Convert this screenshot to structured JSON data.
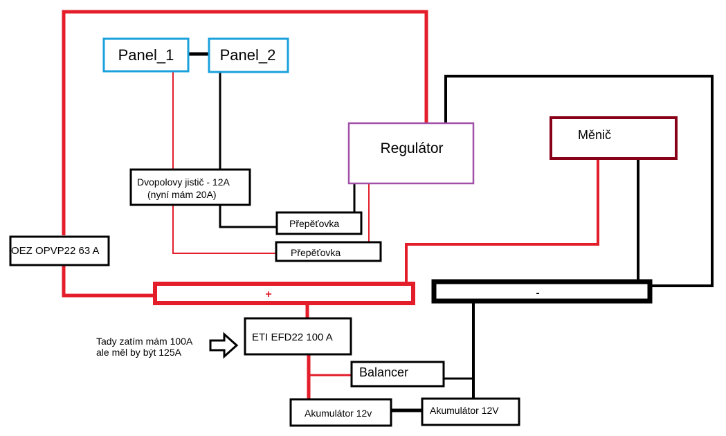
{
  "colors": {
    "red_wire": "#e31e2a",
    "black_wire": "#000000",
    "panel_border": "#1aa1dc",
    "regulator_border": "#a150a8",
    "inverter_border": "#870017"
  },
  "components": {
    "panel_1": "Panel_1",
    "panel_2": "Panel_2",
    "regulator": "Regulátor",
    "inverter": "Měnič",
    "breaker_line1": "Dvopolovy jistič - 12A",
    "breaker_line2": "(nyní mám 20A)",
    "surge_1": "Přepěťovka",
    "surge_2": "Přepěťovka",
    "oez_fuse": "OEZ OPVP22 63 A",
    "positive_bus": "+",
    "negative_bus": "-",
    "eti_fuse": "ETI EFD22 100 A",
    "balancer": "Balancer",
    "battery_1": "Akumulátor 12v",
    "battery_2": "Akumulátor 12V"
  },
  "annotation": {
    "line1": "Tady zatím mám 100A",
    "line2": "ale měl by být 125A",
    "arrow_icon": "hollow-right-arrow"
  }
}
